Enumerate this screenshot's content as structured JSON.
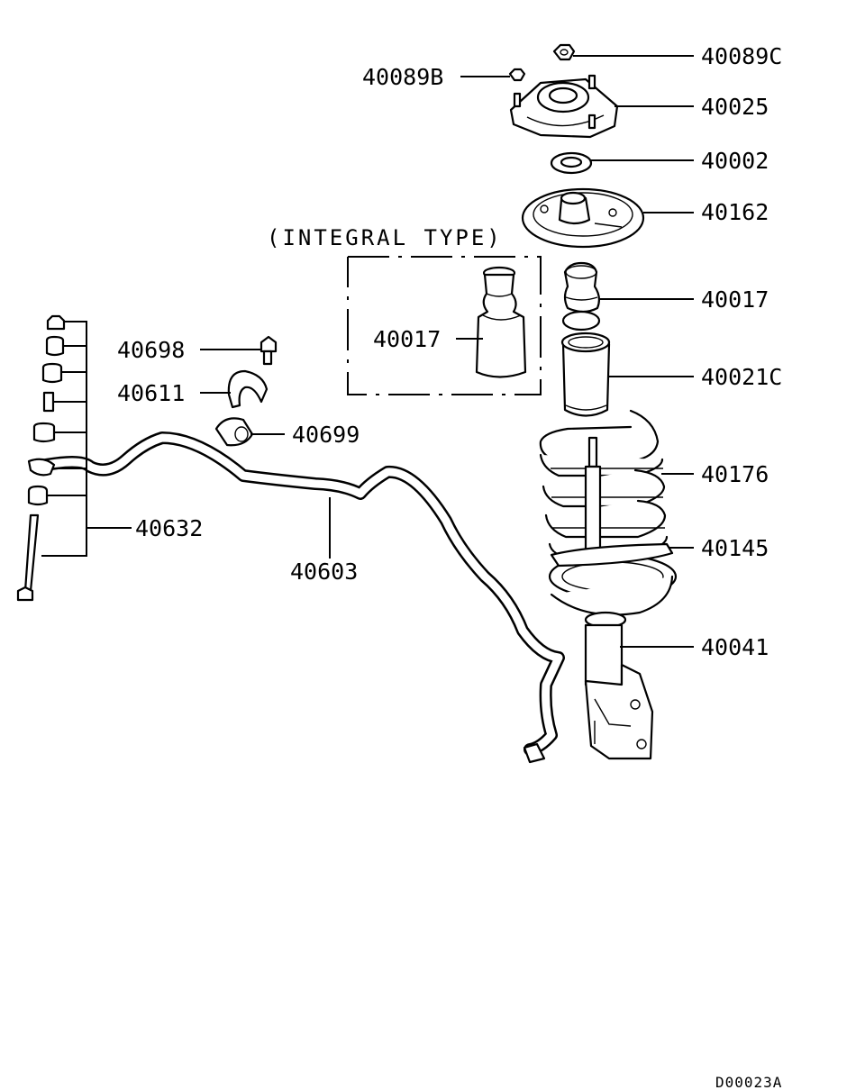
{
  "diagram": {
    "group_label": "(INTEGRAL TYPE)",
    "drawing_code": "D00023A",
    "callouts": {
      "p40089C": "40089C",
      "p40089B": "40089B",
      "p40025": "40025",
      "p40002": "40002",
      "p40162": "40162",
      "p40017_integral": "40017",
      "p40017": "40017",
      "p40021C": "40021C",
      "p40698": "40698",
      "p40611": "40611",
      "p40699": "40699",
      "p40176": "40176",
      "p40145": "40145",
      "p40632": "40632",
      "p40603": "40603",
      "p40041": "40041"
    }
  }
}
